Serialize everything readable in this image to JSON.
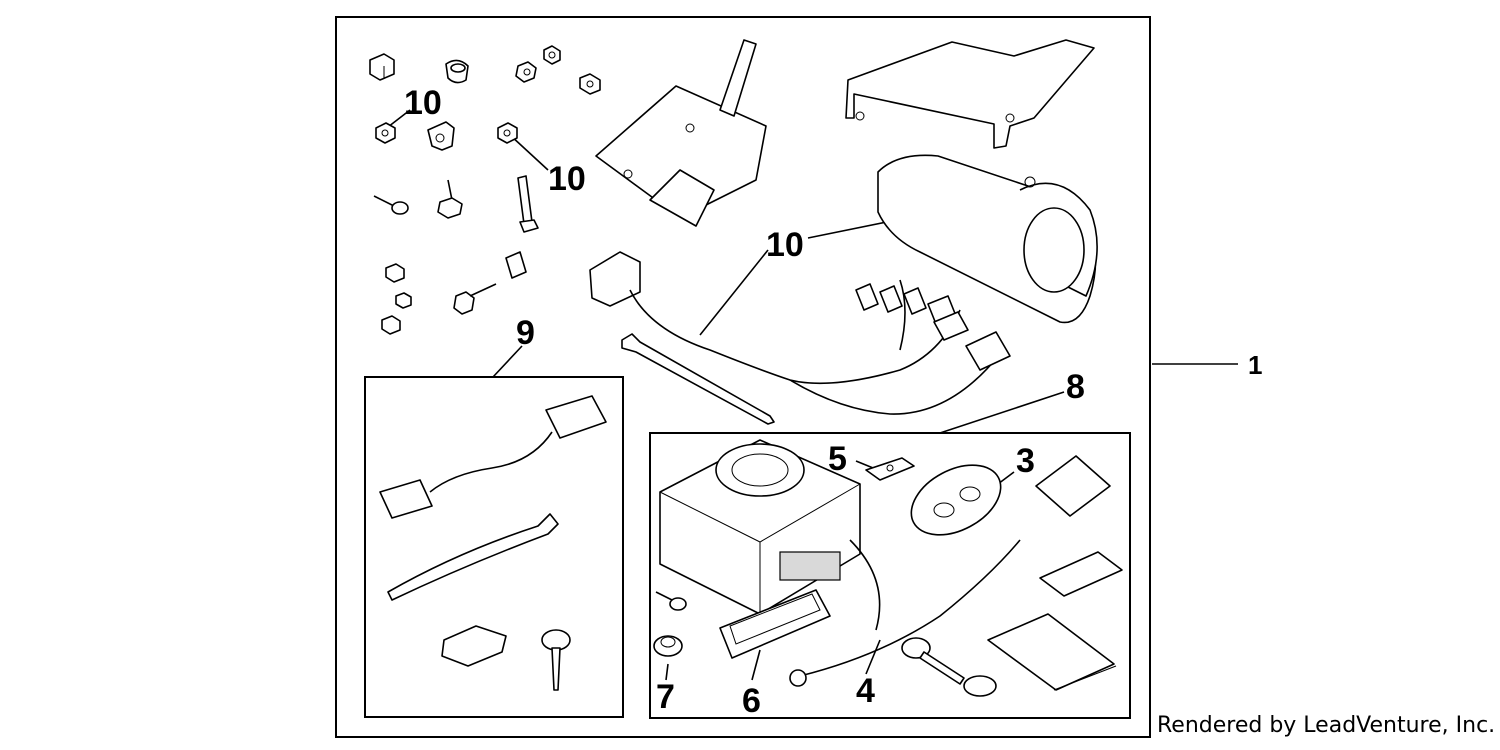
{
  "callouts": {
    "c1": "1",
    "c3": "3",
    "c4": "4",
    "c5": "5",
    "c6": "6",
    "c7": "7",
    "c8": "8",
    "c9": "9",
    "c10a": "10",
    "c10b": "10",
    "c10c": "10"
  },
  "credit": "Rendered by LeadVenture, Inc."
}
